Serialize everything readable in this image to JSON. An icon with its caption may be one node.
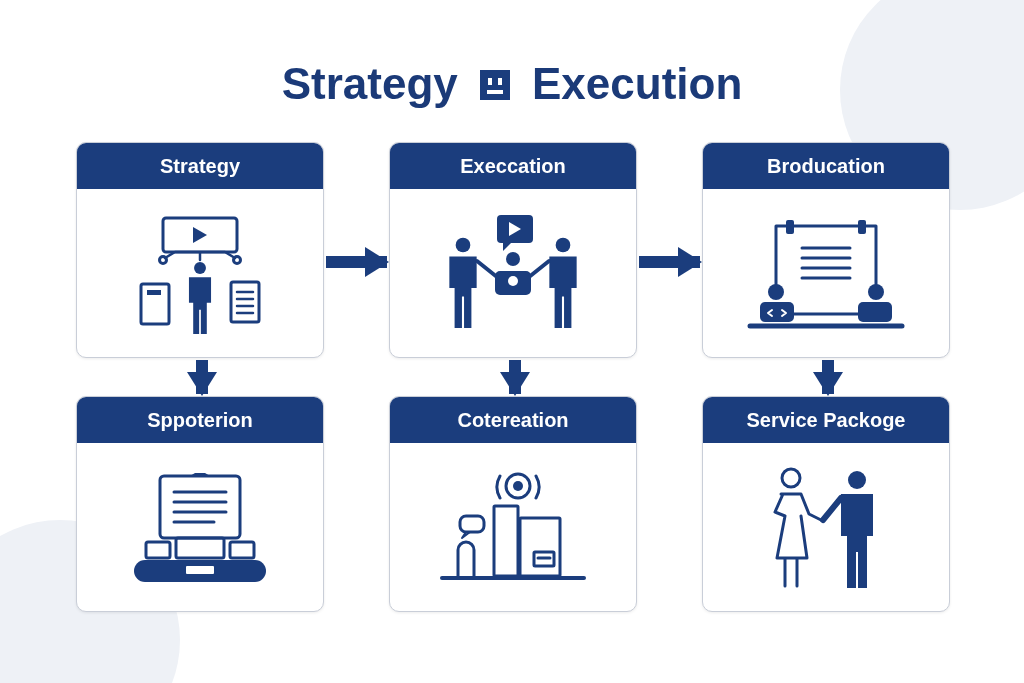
{
  "diagram": {
    "title": "Strategy Execution",
    "nodes": [
      {
        "text": [
          "Strategy"
        ]
      },
      {
        "text": [
          "Execcation"
        ]
      },
      {
        "text": [
          "Broducation"
        ]
      },
      {
        "text": [
          "Sppoterion"
        ]
      },
      {
        "text": [
          "Cotereation"
        ]
      },
      {
        "text": [
          "Service Packoge"
        ]
      }
    ],
    "edges": [
      {
        "from": 0,
        "to": 1,
        "arrow": "to"
      },
      {
        "from": 1,
        "to": 2,
        "arrow": "to"
      },
      {
        "from": 0,
        "to": 3,
        "arrow": "to"
      },
      {
        "from": 1,
        "to": 4,
        "arrow": "to"
      },
      {
        "from": 2,
        "to": 5,
        "arrow": "to"
      }
    ]
  }
}
